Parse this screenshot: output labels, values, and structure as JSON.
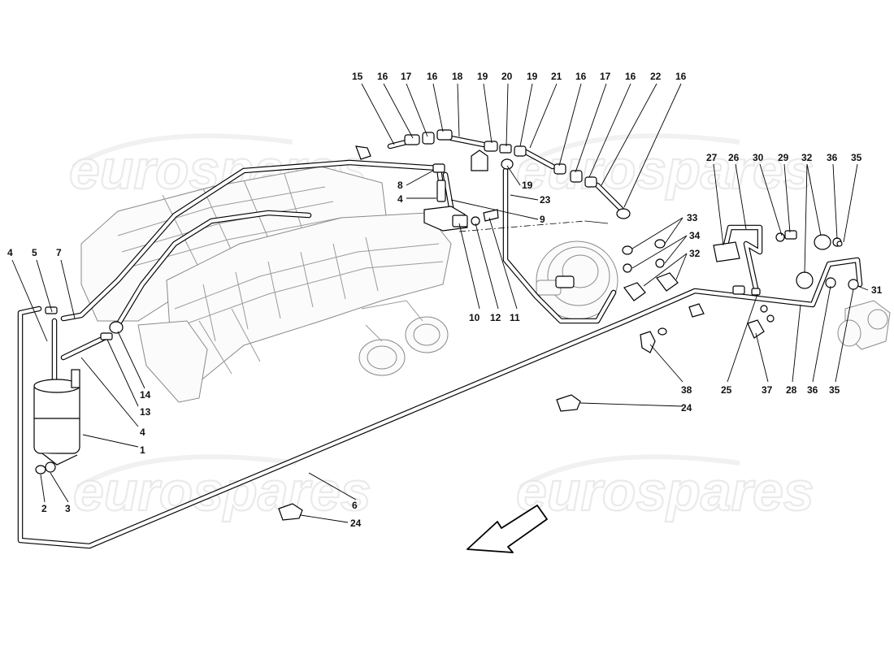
{
  "watermarks": [
    "eurospares",
    "eurospares",
    "eurospares",
    "eurospares"
  ],
  "labels": [
    {
      "id": "c15",
      "text": "15"
    },
    {
      "id": "c16a",
      "text": "16"
    },
    {
      "id": "c17a",
      "text": "17"
    },
    {
      "id": "c16b",
      "text": "16"
    },
    {
      "id": "c18",
      "text": "18"
    },
    {
      "id": "c19a",
      "text": "19"
    },
    {
      "id": "c20",
      "text": "20"
    },
    {
      "id": "c19b",
      "text": "19"
    },
    {
      "id": "c21",
      "text": "21"
    },
    {
      "id": "c16c",
      "text": "16"
    },
    {
      "id": "c17b",
      "text": "17"
    },
    {
      "id": "c16d",
      "text": "16"
    },
    {
      "id": "c22",
      "text": "22"
    },
    {
      "id": "c16e",
      "text": "16"
    },
    {
      "id": "c8",
      "text": "8"
    },
    {
      "id": "c4a",
      "text": "4"
    },
    {
      "id": "c19c",
      "text": "19"
    },
    {
      "id": "c23",
      "text": "23"
    },
    {
      "id": "c9",
      "text": "9"
    },
    {
      "id": "c10",
      "text": "10"
    },
    {
      "id": "c12",
      "text": "12"
    },
    {
      "id": "c11",
      "text": "11"
    },
    {
      "id": "c4b",
      "text": "4"
    },
    {
      "id": "c5",
      "text": "5"
    },
    {
      "id": "c7",
      "text": "7"
    },
    {
      "id": "c14",
      "text": "14"
    },
    {
      "id": "c13",
      "text": "13"
    },
    {
      "id": "c4c",
      "text": "4"
    },
    {
      "id": "c1",
      "text": "1"
    },
    {
      "id": "c2",
      "text": "2"
    },
    {
      "id": "c3",
      "text": "3"
    },
    {
      "id": "c6",
      "text": "6"
    },
    {
      "id": "c24a",
      "text": "24"
    },
    {
      "id": "c24b",
      "text": "24"
    },
    {
      "id": "c33",
      "text": "33"
    },
    {
      "id": "c34",
      "text": "34"
    },
    {
      "id": "c32a",
      "text": "32"
    },
    {
      "id": "c38",
      "text": "38"
    },
    {
      "id": "c27",
      "text": "27"
    },
    {
      "id": "c26",
      "text": "26"
    },
    {
      "id": "c30",
      "text": "30"
    },
    {
      "id": "c29",
      "text": "29"
    },
    {
      "id": "c32b",
      "text": "32"
    },
    {
      "id": "c36a",
      "text": "36"
    },
    {
      "id": "c35a",
      "text": "35"
    },
    {
      "id": "c31",
      "text": "31"
    },
    {
      "id": "c25",
      "text": "25"
    },
    {
      "id": "c37",
      "text": "37"
    },
    {
      "id": "c28",
      "text": "28"
    },
    {
      "id": "c36b",
      "text": "36"
    },
    {
      "id": "c35b",
      "text": "35"
    }
  ]
}
